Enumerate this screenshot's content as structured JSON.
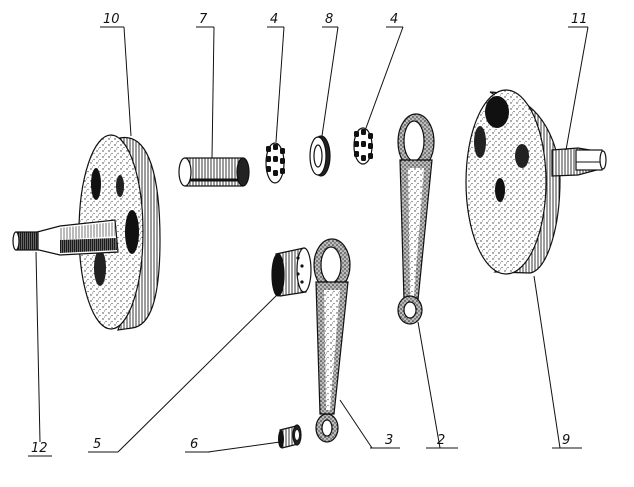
{
  "callouts": [
    {
      "id": "10",
      "text": "10"
    },
    {
      "id": "7",
      "text": "7"
    },
    {
      "id": "4a",
      "text": "4"
    },
    {
      "id": "8",
      "text": "8"
    },
    {
      "id": "4b",
      "text": "4"
    },
    {
      "id": "11",
      "text": "11"
    },
    {
      "id": "12",
      "text": "12"
    },
    {
      "id": "5",
      "text": "5"
    },
    {
      "id": "6",
      "text": "6"
    },
    {
      "id": "3",
      "text": "3"
    },
    {
      "id": "2",
      "text": "2"
    },
    {
      "id": "9",
      "text": "9"
    }
  ]
}
